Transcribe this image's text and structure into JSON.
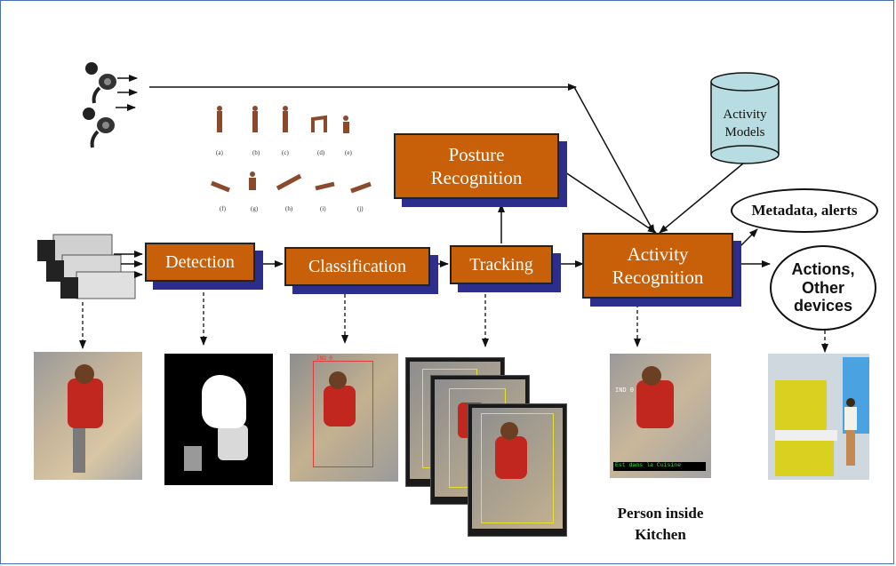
{
  "diagram": {
    "boxes": {
      "detection": "Detection",
      "classification": "Classification",
      "tracking": "Tracking",
      "posture_line1": "Posture",
      "posture_line2": "Recognition",
      "activity_line1": "Activity",
      "activity_line2": "Recognition"
    },
    "database": {
      "line1": "Activity",
      "line2": "Models"
    },
    "outputs": {
      "metadata": "Metadata, alerts",
      "actions_line1": "Actions,",
      "actions_line2": "Other",
      "actions_line3": "devices"
    },
    "caption": {
      "line1": "Person inside",
      "line2": "Kitchen"
    },
    "overlay_text": {
      "classification_label": "IND 0",
      "activity_label": "IND 0",
      "activity_status": "Est dans la Cuisine"
    },
    "posture_letters": [
      "(a)",
      "(b)",
      "(c)",
      "(d)",
      "(e)",
      "(f)",
      "(g)",
      "(h)",
      "(i)",
      "(j)"
    ]
  },
  "colors": {
    "box_fill": "#c8600a",
    "box_shadow": "#2d2d8e",
    "database_fill": "#b7dde2",
    "frame_border": "#4a6fb0"
  }
}
